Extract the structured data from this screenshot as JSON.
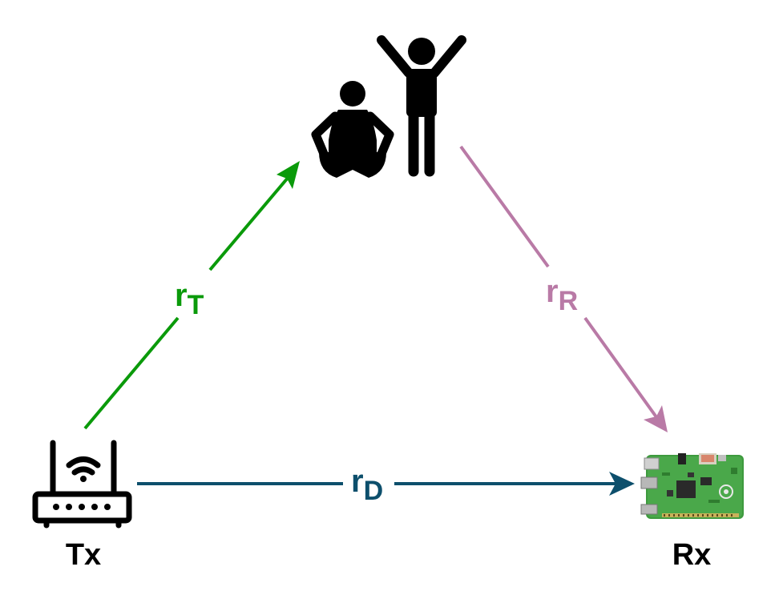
{
  "colors": {
    "path_t": "#0a9a0a",
    "path_r": "#b97aa6",
    "path_d": "#0d4f6c",
    "icons": "#000000",
    "board_green": "#3e9a3e"
  },
  "labels": {
    "tx": "Tx",
    "rx": "Rx",
    "r_t": {
      "base": "r",
      "sub": "T"
    },
    "r_r": {
      "base": "r",
      "sub": "R"
    },
    "r_d": {
      "base": "r",
      "sub": "D"
    }
  },
  "icons": {
    "transmitter": "wifi-router-icon",
    "people": "people-icon",
    "receiver": "raspberry-pi-board-icon"
  }
}
